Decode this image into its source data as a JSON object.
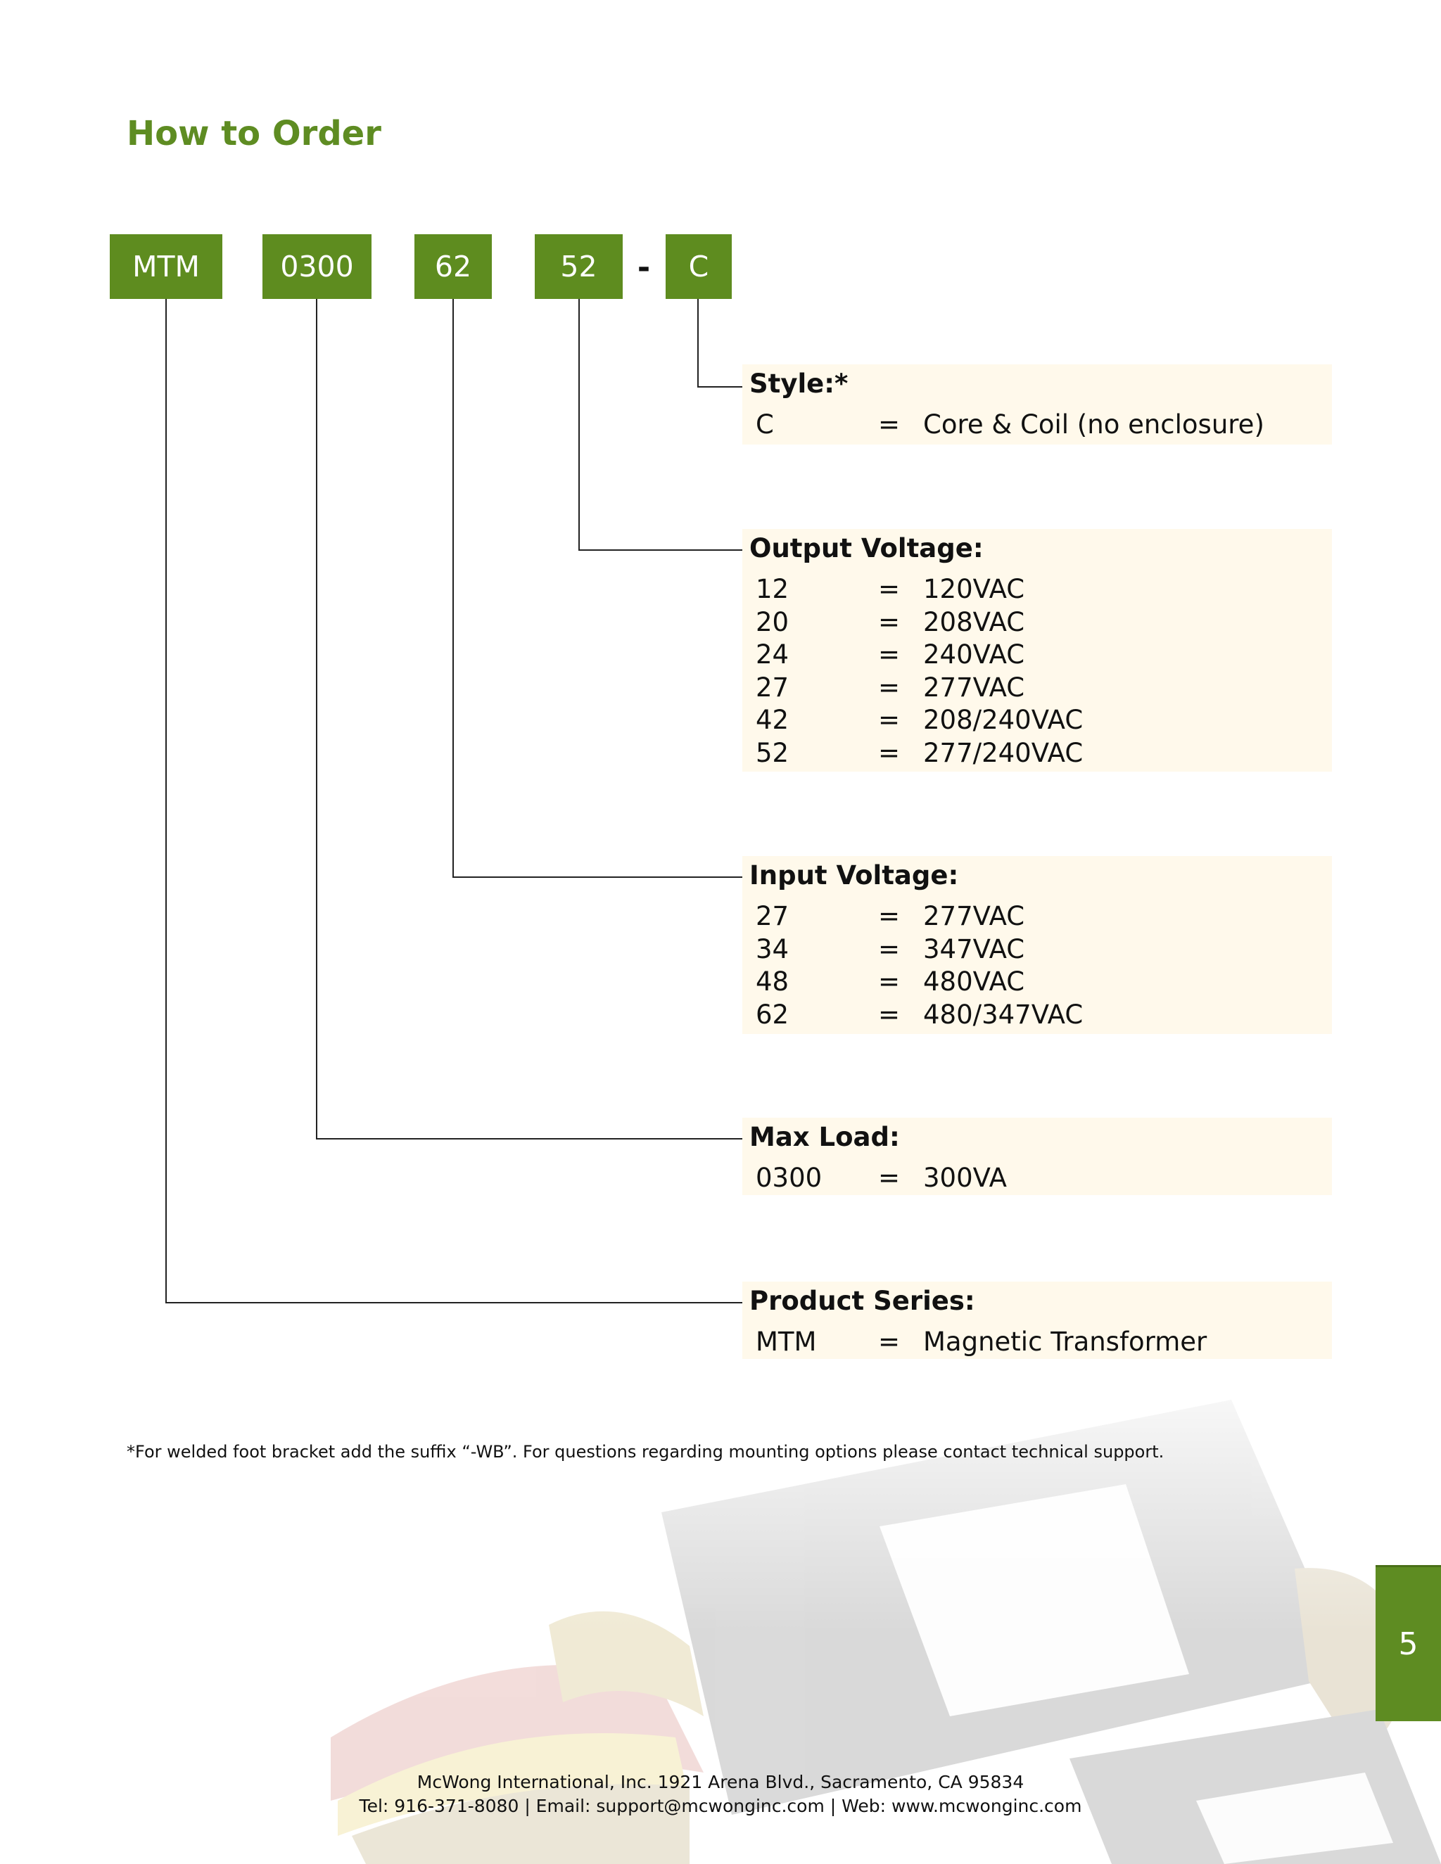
{
  "title": "How to Order",
  "code_parts": {
    "series": "MTM",
    "load": "0300",
    "input": "62",
    "output": "52",
    "dash": "-",
    "style": "C"
  },
  "sections": {
    "style": {
      "title": "Style:*",
      "rows": [
        {
          "code": "C",
          "eq": "=",
          "desc": "Core & Coil (no enclosure)"
        }
      ]
    },
    "output_voltage": {
      "title": "Output Voltage:",
      "rows": [
        {
          "code": "12",
          "eq": "=",
          "desc": "120VAC"
        },
        {
          "code": "20",
          "eq": "=",
          "desc": "208VAC"
        },
        {
          "code": "24",
          "eq": "=",
          "desc": "240VAC"
        },
        {
          "code": "27",
          "eq": "=",
          "desc": "277VAC"
        },
        {
          "code": "42",
          "eq": "=",
          "desc": "208/240VAC"
        },
        {
          "code": "52",
          "eq": "=",
          "desc": "277/240VAC"
        }
      ]
    },
    "input_voltage": {
      "title": "Input Voltage:",
      "rows": [
        {
          "code": "27",
          "eq": "=",
          "desc": "277VAC"
        },
        {
          "code": "34",
          "eq": "=",
          "desc": "347VAC"
        },
        {
          "code": "48",
          "eq": "=",
          "desc": "480VAC"
        },
        {
          "code": "62",
          "eq": "=",
          "desc": "480/347VAC"
        }
      ]
    },
    "max_load": {
      "title": "Max Load:",
      "rows": [
        {
          "code": "0300",
          "eq": "=",
          "desc": "300VA"
        }
      ]
    },
    "product_series": {
      "title": "Product Series:",
      "rows": [
        {
          "code": "MTM",
          "eq": "=",
          "desc": "Magnetic Transformer"
        }
      ]
    }
  },
  "footnote": "*For welded foot bracket add the suffix “-WB”. For questions regarding mounting options please contact technical support.",
  "footer": {
    "line1": "McWong International, Inc. 1921 Arena Blvd., Sacramento, CA 95834",
    "line2": "Tel: 916-371-8080 | Email: support@mcwonginc.com | Web: www.mcwonginc.com"
  },
  "page_number": "5",
  "colors": {
    "brand_green": "#5e8c1f",
    "panel_bg": "#fff8e8"
  }
}
